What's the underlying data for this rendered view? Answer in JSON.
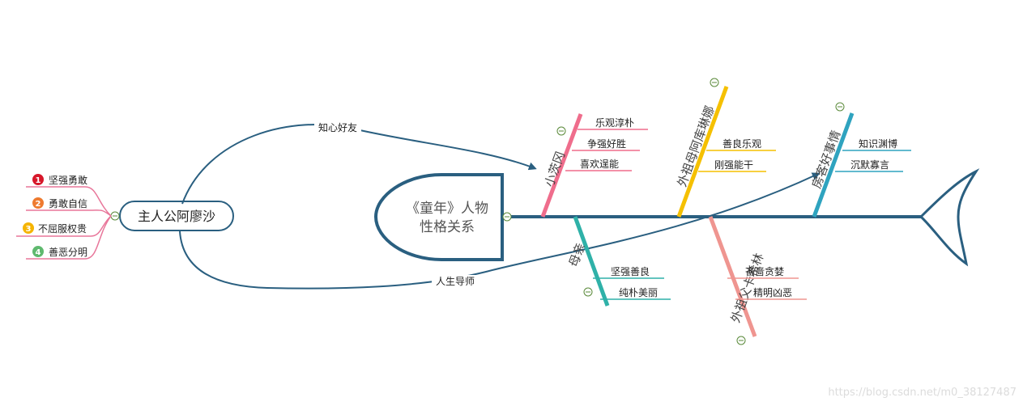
{
  "head_title_line1": "《童年》人物",
  "head_title_line2": "性格关系",
  "center_topic": "主人公阿廖沙",
  "center_items": [
    {
      "num": "1",
      "label": "坚强勇敢",
      "color": "#d7182a"
    },
    {
      "num": "2",
      "label": "勇敢自信",
      "color": "#ee7a2f"
    },
    {
      "num": "3",
      "label": "不屈服权贵",
      "color": "#f5b400"
    },
    {
      "num": "4",
      "label": "善恶分明",
      "color": "#5fb96f"
    }
  ],
  "links": {
    "upper": "知心好友",
    "lower": "人生导师"
  },
  "bones": [
    {
      "label": "小茨冈",
      "color": "#ef6d8c",
      "items": [
        "乐观淳朴",
        "争强好胜",
        "喜欢逞能"
      ]
    },
    {
      "label": "外祖母阿库琳娜",
      "color": "#f5c000",
      "items": [
        "善良乐观",
        "刚强能干"
      ]
    },
    {
      "label": "房客好事情",
      "color": "#2fa3bf",
      "items": [
        "知识渊博",
        "沉默寡言"
      ]
    },
    {
      "label": "母亲",
      "color": "#2fb1a8",
      "items": [
        "坚强善良",
        "纯朴美丽"
      ]
    },
    {
      "label": "外祖父卡希林",
      "color": "#ef9590",
      "items": [
        "吝啬贪婪",
        "精明凶恶"
      ]
    }
  ],
  "colors": {
    "spine": "#2a5f80",
    "pink_line": "#e8769a",
    "collapse": "#5a8a3a"
  },
  "watermark": "https://blog.csdn.net/m0_38127487"
}
